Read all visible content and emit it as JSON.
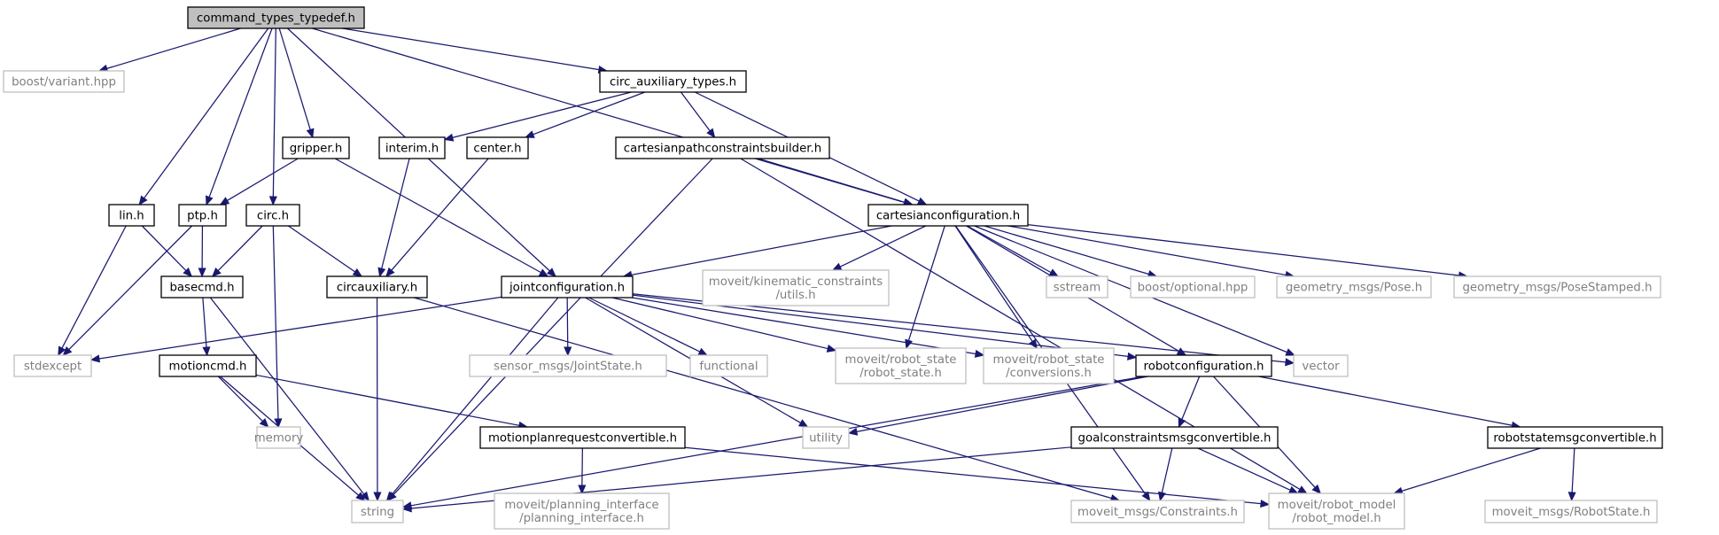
{
  "theme": {
    "edge_color": "#191970",
    "root_fill": "#bfbfbf",
    "header_border": "#000000",
    "system_border": "#bfbfbf",
    "header_text": "#000000",
    "system_text": "#808080"
  },
  "nodes": {
    "root": {
      "lines": [
        "command_types_typedef.h"
      ],
      "kind": "root"
    },
    "boost_var": {
      "lines": [
        "boost/variant.hpp"
      ],
      "kind": "system"
    },
    "circ_aux_t": {
      "lines": [
        "circ_auxiliary_types.h"
      ],
      "kind": "header"
    },
    "gripper": {
      "lines": [
        "gripper.h"
      ],
      "kind": "header"
    },
    "interim": {
      "lines": [
        "interim.h"
      ],
      "kind": "header"
    },
    "center": {
      "lines": [
        "center.h"
      ],
      "kind": "header"
    },
    "cpcb": {
      "lines": [
        "cartesianpathconstraintsbuilder.h"
      ],
      "kind": "header"
    },
    "lin": {
      "lines": [
        "lin.h"
      ],
      "kind": "header"
    },
    "ptp": {
      "lines": [
        "ptp.h"
      ],
      "kind": "header"
    },
    "circ": {
      "lines": [
        "circ.h"
      ],
      "kind": "header"
    },
    "cartconf": {
      "lines": [
        "cartesianconfiguration.h"
      ],
      "kind": "header"
    },
    "basecmd": {
      "lines": [
        "basecmd.h"
      ],
      "kind": "header"
    },
    "circauxh": {
      "lines": [
        "circauxiliary.h"
      ],
      "kind": "header"
    },
    "jointconf": {
      "lines": [
        "jointconfiguration.h"
      ],
      "kind": "header"
    },
    "kin_utils": {
      "lines": [
        "moveit/kinematic_constraints",
        "/utils.h"
      ],
      "kind": "system"
    },
    "sstream": {
      "lines": [
        "sstream"
      ],
      "kind": "system"
    },
    "boost_opt": {
      "lines": [
        "boost/optional.hpp"
      ],
      "kind": "system"
    },
    "geo_pose": {
      "lines": [
        "geometry_msgs/Pose.h"
      ],
      "kind": "system"
    },
    "geo_pstamp": {
      "lines": [
        "geometry_msgs/PoseStamped.h"
      ],
      "kind": "system"
    },
    "stdexcept": {
      "lines": [
        "stdexcept"
      ],
      "kind": "system"
    },
    "motioncmd": {
      "lines": [
        "motioncmd.h"
      ],
      "kind": "header"
    },
    "sensor_js": {
      "lines": [
        "sensor_msgs/JointState.h"
      ],
      "kind": "system"
    },
    "functional": {
      "lines": [
        "functional"
      ],
      "kind": "system"
    },
    "rstate": {
      "lines": [
        "moveit/robot_state",
        "/robot_state.h"
      ],
      "kind": "system"
    },
    "rconv": {
      "lines": [
        "moveit/robot_state",
        "/conversions.h"
      ],
      "kind": "system"
    },
    "robotconf": {
      "lines": [
        "robotconfiguration.h"
      ],
      "kind": "header"
    },
    "vector": {
      "lines": [
        "vector"
      ],
      "kind": "system"
    },
    "memory": {
      "lines": [
        "memory"
      ],
      "kind": "system"
    },
    "mprc": {
      "lines": [
        "motionplanrequestconvertible.h"
      ],
      "kind": "header"
    },
    "utility": {
      "lines": [
        "utility"
      ],
      "kind": "system"
    },
    "gcmc": {
      "lines": [
        "goalconstraintsmsgconvertible.h"
      ],
      "kind": "header"
    },
    "rsmc": {
      "lines": [
        "robotstatemsgconvertible.h"
      ],
      "kind": "header"
    },
    "string": {
      "lines": [
        "string"
      ],
      "kind": "system"
    },
    "plan_iface": {
      "lines": [
        "moveit/planning_interface",
        "/planning_interface.h"
      ],
      "kind": "system"
    },
    "mm_constr": {
      "lines": [
        "moveit_msgs/Constraints.h"
      ],
      "kind": "system"
    },
    "robot_model": {
      "lines": [
        "moveit/robot_model",
        "/robot_model.h"
      ],
      "kind": "system"
    },
    "mm_rstate": {
      "lines": [
        "moveit_msgs/RobotState.h"
      ],
      "kind": "system"
    }
  },
  "edges": [
    [
      "root",
      "boost_var"
    ],
    [
      "root",
      "circ_aux_t"
    ],
    [
      "root",
      "gripper"
    ],
    [
      "root",
      "lin"
    ],
    [
      "root",
      "ptp"
    ],
    [
      "root",
      "circ"
    ],
    [
      "root",
      "cartconf"
    ],
    [
      "root",
      "jointconf"
    ],
    [
      "circ_aux_t",
      "interim"
    ],
    [
      "circ_aux_t",
      "center"
    ],
    [
      "circ_aux_t",
      "cpcb"
    ],
    [
      "circ_aux_t",
      "cartconf"
    ],
    [
      "gripper",
      "ptp"
    ],
    [
      "gripper",
      "jointconf"
    ],
    [
      "interim",
      "circauxh"
    ],
    [
      "center",
      "circauxh"
    ],
    [
      "cpcb",
      "cartconf"
    ],
    [
      "cpcb",
      "string"
    ],
    [
      "cpcb",
      "robot_model"
    ],
    [
      "lin",
      "basecmd"
    ],
    [
      "lin",
      "stdexcept"
    ],
    [
      "ptp",
      "basecmd"
    ],
    [
      "ptp",
      "stdexcept"
    ],
    [
      "circ",
      "basecmd"
    ],
    [
      "circ",
      "circauxh"
    ],
    [
      "circ",
      "memory"
    ],
    [
      "cartconf",
      "jointconf"
    ],
    [
      "cartconf",
      "kin_utils"
    ],
    [
      "cartconf",
      "sstream"
    ],
    [
      "cartconf",
      "boost_opt"
    ],
    [
      "cartconf",
      "geo_pose"
    ],
    [
      "cartconf",
      "geo_pstamp"
    ],
    [
      "cartconf",
      "rstate"
    ],
    [
      "cartconf",
      "rconv"
    ],
    [
      "cartconf",
      "robotconf"
    ],
    [
      "cartconf",
      "vector"
    ],
    [
      "cartconf",
      "mm_constr"
    ],
    [
      "basecmd",
      "motioncmd"
    ],
    [
      "basecmd",
      "string"
    ],
    [
      "circauxh",
      "string"
    ],
    [
      "circauxh",
      "mm_constr"
    ],
    [
      "jointconf",
      "stdexcept"
    ],
    [
      "jointconf",
      "sensor_js"
    ],
    [
      "jointconf",
      "functional"
    ],
    [
      "jointconf",
      "rstate"
    ],
    [
      "jointconf",
      "rconv"
    ],
    [
      "jointconf",
      "robotconf"
    ],
    [
      "jointconf",
      "vector"
    ],
    [
      "jointconf",
      "utility"
    ],
    [
      "jointconf",
      "string"
    ],
    [
      "motioncmd",
      "memory"
    ],
    [
      "motioncmd",
      "mprc"
    ],
    [
      "motioncmd",
      "string"
    ],
    [
      "robotconf",
      "utility"
    ],
    [
      "robotconf",
      "gcmc"
    ],
    [
      "robotconf",
      "rsmc"
    ],
    [
      "robotconf",
      "string"
    ],
    [
      "robotconf",
      "robot_model"
    ],
    [
      "mprc",
      "plan_iface"
    ],
    [
      "mprc",
      "robot_model"
    ],
    [
      "gcmc",
      "string"
    ],
    [
      "gcmc",
      "mm_constr"
    ],
    [
      "gcmc",
      "robot_model"
    ],
    [
      "rsmc",
      "robot_model"
    ],
    [
      "rsmc",
      "mm_rstate"
    ]
  ]
}
